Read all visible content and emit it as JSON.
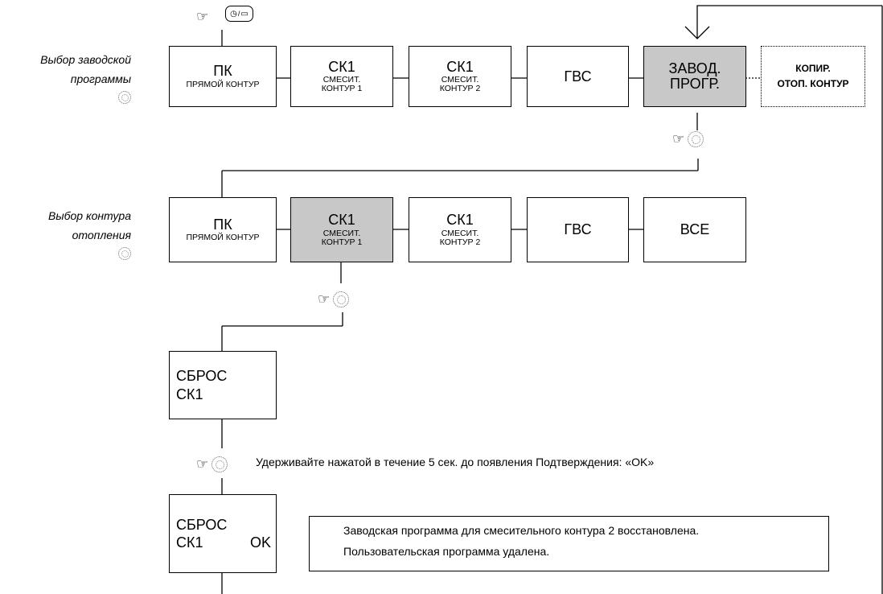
{
  "labels": {
    "factory_select": "Выбор заводской программы",
    "circuit_select": "Выбор контура отопления"
  },
  "row1": [
    {
      "main": "ПК",
      "sub": "ПРЯМОЙ КОНТУР"
    },
    {
      "main": "СК1",
      "sub": "СМЕСИТ.",
      "sub2": "КОНТУР 1"
    },
    {
      "main": "СК1",
      "sub": "СМЕСИТ.",
      "sub2": "КОНТУР 2"
    },
    {
      "main": "ГВС"
    },
    {
      "main": "ЗАВОД.",
      "main2": "ПРОГР."
    },
    {
      "line1": "КОПИР.",
      "line2": "ОТОП. КОНТУР"
    }
  ],
  "row2": [
    {
      "main": "ПК",
      "sub": "ПРЯМОЙ КОНТУР"
    },
    {
      "main": "СК1",
      "sub": "СМЕСИТ.",
      "sub2": "КОНТУР 1"
    },
    {
      "main": "СК1",
      "sub": "СМЕСИТ.",
      "sub2": "КОНТУР 2"
    },
    {
      "main": "ГВС"
    },
    {
      "main": "ВСЕ"
    }
  ],
  "reset_box": {
    "line1": "СБРОС",
    "line2": "СК1"
  },
  "reset_ok_box": {
    "line1": "СБРОС",
    "line2": "СК1",
    "ok": "OK"
  },
  "hold_instruction": "Удерживайте нажатой в течение 5 сек. до появления Подтверждения: «OK»",
  "result": {
    "line1": "Заводская программа для смесительного контура 2 восстановлена.",
    "line2": "Пользовательская программа удалена."
  },
  "icons": {
    "hand": "pointing-hand-icon",
    "knob": "rotary-knob-icon",
    "timer_button": "clock-calendar-button-icon"
  }
}
